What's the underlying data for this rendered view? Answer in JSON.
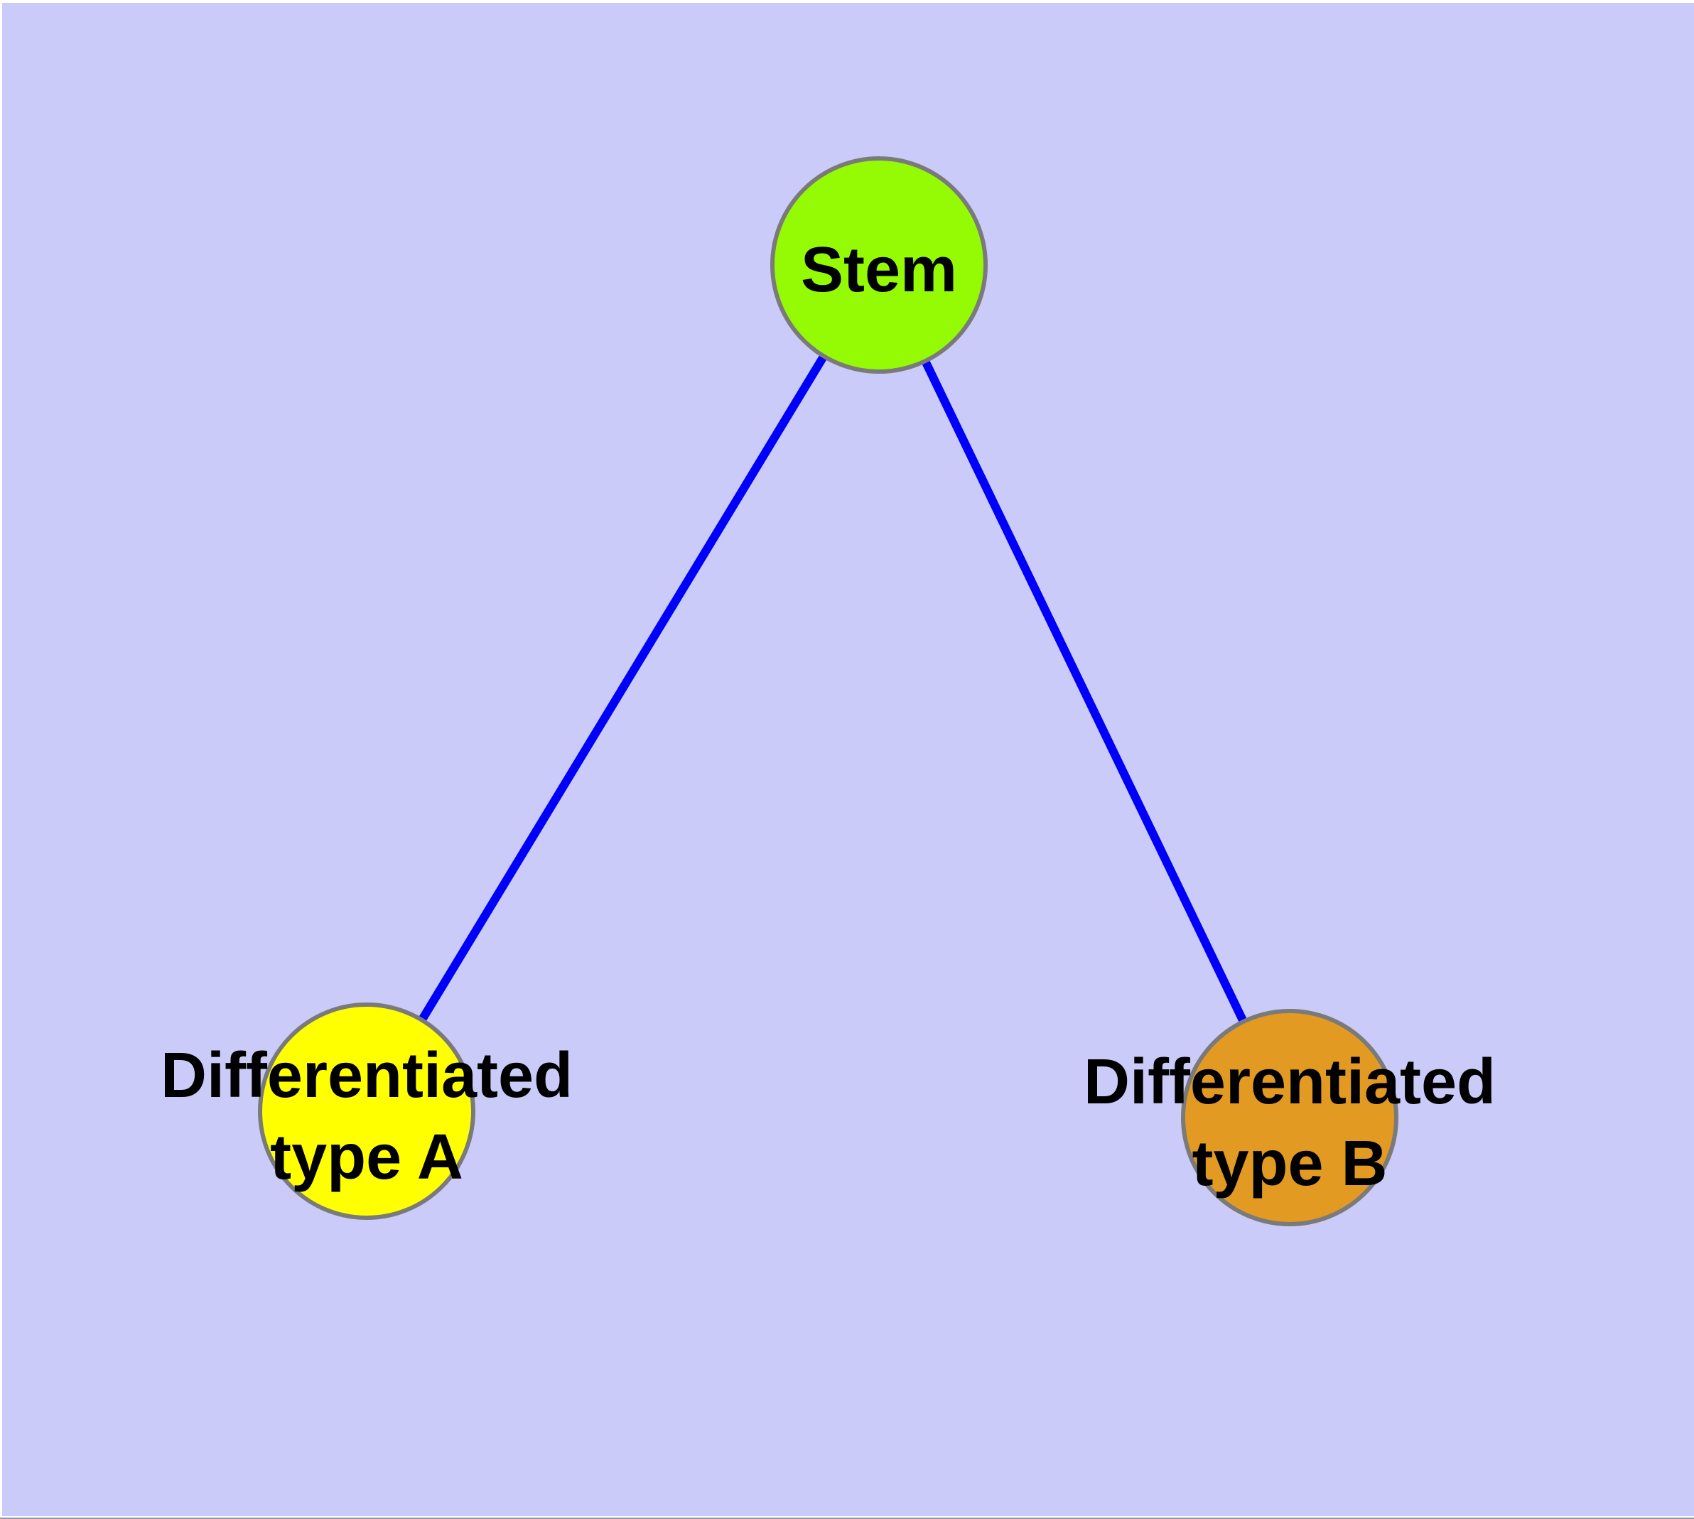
{
  "diagram": {
    "description": "Stem cell differentiation graph",
    "colors": {
      "background": "#CACBF8",
      "frame_top_left": "#FFFFFF",
      "frame_bottom_line": "#9696A8",
      "edge": "#0000FA",
      "node_border": "#7A7A7A",
      "label_text": "#000000"
    },
    "nodes": [
      {
        "id": "stem",
        "color": "#95FB05",
        "label_lines": [
          "Stem",
          ""
        ]
      },
      {
        "id": "type-a",
        "color": "#FFFF00",
        "label_lines": [
          "Differentiated",
          "type A"
        ]
      },
      {
        "id": "type-b",
        "color": "#E29A22",
        "label_lines": [
          "Differentiated",
          "type B"
        ]
      }
    ],
    "edges": [
      {
        "from": "Stem",
        "to": "Differentiated type A"
      },
      {
        "from": "Stem",
        "to": "Differentiated type B"
      }
    ]
  }
}
